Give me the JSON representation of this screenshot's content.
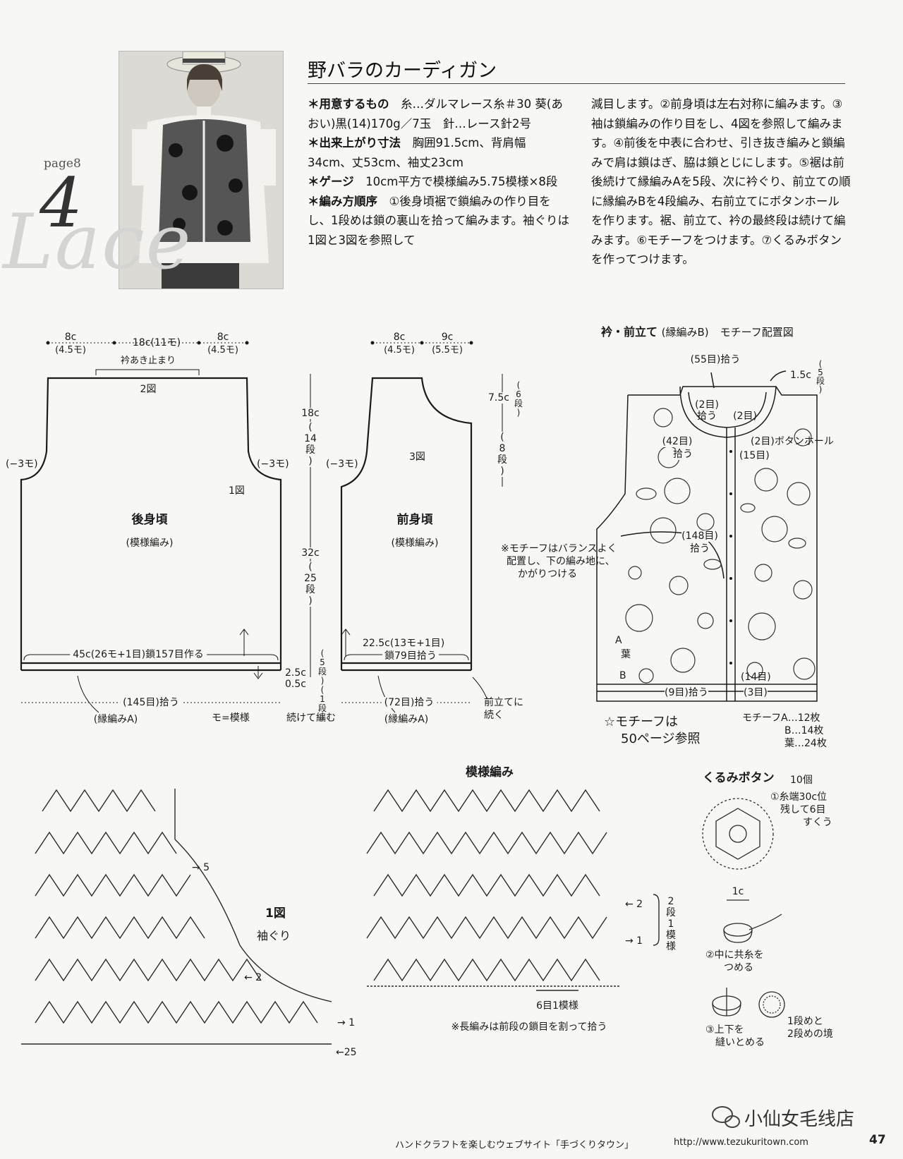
{
  "header": {
    "page_ref": "page8",
    "number": "4",
    "script_word": "Lace",
    "title": "野バラのカーディガン"
  },
  "instructions": {
    "left": [
      {
        "label": "＊用意するもの",
        "text": "糸…ダルマレース糸＃30 葵(あおい)黒(14)170g／7玉　針…レース針2号"
      },
      {
        "label": "＊出来上がり寸法",
        "text": "胸囲91.5cm、背肩幅34cm、丈53cm、袖丈23cm"
      },
      {
        "label": "＊ゲージ",
        "text": "10cm平方で模様編み5.75模様×8段"
      },
      {
        "label": "＊編み方順序",
        "text": "①後身頃裾で鎖編みの作り目をし、1段めは鎖の裏山を拾って編みます。袖ぐりは1図と3図を参照して"
      }
    ],
    "right": "減目します。②前身頃は左右対称に編みます。③袖は鎖編みの作り目をし、4図を参照して編みます。④前後を中表に合わせ、引き抜き編みと鎖編みで肩は鎖はぎ、脇は鎖とじにします。⑤裾は前後続けて縁編みAを5段、次に衿ぐり、前立ての順に縁編みBを4段編み、右前立てにボタンホールを作ります。裾、前立て、衿の最終段は続けて編みます。⑥モチーフをつけます。⑦くるみボタンを作ってつけます。"
  },
  "back_body": {
    "top_left": "8c",
    "top_left_sub": "(4.5モ)",
    "top_mid": "18c(11モ)",
    "top_right": "8c",
    "top_right_sub": "(4.5モ)",
    "neck_stop": "衿あき止まり",
    "fig2": "2図",
    "left_dec": "(−3モ)",
    "right_dec": "(−3モ)",
    "fig1": "1図",
    "name": "後身頃",
    "pattern": "(模様編み)",
    "base": "45c(26モ+1目)鎖157目作る",
    "pick": "(145目)拾う",
    "edge": "(縁編みA)",
    "legend": "モ=模様"
  },
  "height": {
    "h1": "18c",
    "h1_rows": [
      "(",
      "14",
      "段",
      ")"
    ],
    "h2": "32c",
    "h2_rows": [
      "(",
      "25",
      "段",
      ")"
    ],
    "e1": "2.5c",
    "e2": "0.5c",
    "e_rows": [
      "(",
      "5",
      "段",
      ")",
      "(",
      "1",
      "段",
      ")"
    ],
    "continue": "続けて編む"
  },
  "front_body": {
    "top_left": "8c",
    "top_left_sub": "(4.5モ)",
    "top_right": "9c",
    "top_right_sub": "(5.5モ)",
    "neck_h": "7.5c",
    "neck_rows": [
      "(",
      "6",
      "段",
      ")"
    ],
    "neck_rows2": [
      "(",
      "8",
      "段",
      ")"
    ],
    "left_dec": "(−3モ)",
    "fig3": "3図",
    "name": "前身頃",
    "pattern": "(模様編み)",
    "base": "22.5c(13モ+1目)",
    "base2": "鎖79目拾う",
    "pick": "(72目)拾う",
    "edge": "(縁編みA)",
    "to_band": "前立てに",
    "to_band2": "続く"
  },
  "collar": {
    "title": "衿・前立て",
    "title2": "(縁編みB)",
    "title3": "モチーフ配置図",
    "pick55": "(55目)拾う",
    "w15": "1.5c",
    "rows5": [
      "(",
      "5",
      "段",
      ")"
    ],
    "pick2a": "(2目)",
    "pick2a2": "拾う",
    "pick2b": "(2目)",
    "pick42": "(42目)",
    "pick42b": "拾う",
    "buttonhole": "(2目)ボタンホール",
    "r15": "(15目)",
    "pick148": "(148目)",
    "pick148b": "拾う",
    "note1": "※モチーフはバランスよく",
    "note2": "配置し、下の編み地に、",
    "note3": "かがりつける",
    "mA": "A",
    "leaf": "葉",
    "mB": "B",
    "r14": "(14目)",
    "pick9": "(9目)拾う",
    "r3": "(3目)",
    "motif_ref1": "☆モチーフは",
    "motif_ref2": "50ページ参照",
    "cntA": "モチーフA…12枚",
    "cntB": "B…14枚",
    "cntL": "葉…24枚"
  },
  "fig1": {
    "title": "1図",
    "sub": "袖ぐり",
    "r5": "→ 5",
    "r2": "← 2",
    "r1": "→ 1",
    "r25": "←25"
  },
  "stitch": {
    "title": "模様編み",
    "r2": "← 2",
    "r1": "→ 1",
    "rep": [
      "2",
      "段",
      "1",
      "模",
      "様"
    ],
    "width": "6目1模様",
    "note": "※長編みは前段の鎖目を割って拾う"
  },
  "button": {
    "title": "くるみボタン",
    "count": "10個",
    "s1a": "①糸端30c位",
    "s1b": "残して6目",
    "s1c": "すくう",
    "d1": "1c",
    "s2a": "②中に共糸を",
    "s2b": "つめる",
    "s3a": "③上下を",
    "s3b": "縫いとめる",
    "s4a": "1段めと",
    "s4b": "2段めの境"
  },
  "footer": {
    "site": "ハンドクラフトを楽しむウェブサイト「手づくりタウン」",
    "url": "http://www.tezukuritown.com",
    "page": "47",
    "watermark": "小仙女毛线店"
  },
  "colors": {
    "ink": "#1b1b1b",
    "paper": "#f7f7f5",
    "photo": "#d9d7d2"
  }
}
